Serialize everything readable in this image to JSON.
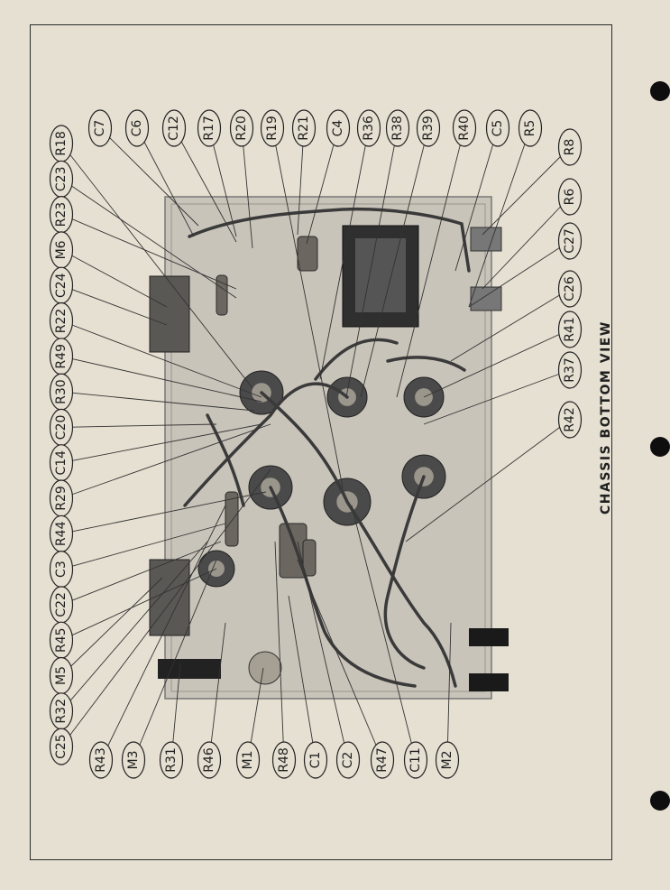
{
  "caption": "CHASSIS BOTTOM VIEW",
  "colors": {
    "paper": "#e6e0d2",
    "ink": "#1f1f1f",
    "chassis": "#cfcac0",
    "photo_dark": "#3a3a3a"
  },
  "callouts": {
    "top": [
      "C7",
      "C6",
      "C12",
      "R17",
      "R20",
      "R19",
      "R21",
      "C4",
      "R36",
      "R38",
      "R39",
      "R40",
      "C5",
      "R5"
    ],
    "left": [
      "R18",
      "C23",
      "R23",
      "M6",
      "C24",
      "R22",
      "R49",
      "R30",
      "C20",
      "C14",
      "R29",
      "R44",
      "C3",
      "C22",
      "R45",
      "M5",
      "R32",
      "C25"
    ],
    "bottom": [
      "R43",
      "M3",
      "R31",
      "R46",
      "M1",
      "R48",
      "C1",
      "C2",
      "R47",
      "C11",
      "M2"
    ],
    "right": [
      "R8",
      "R6",
      "C27",
      "C26",
      "R41",
      "R37",
      "R42"
    ]
  }
}
